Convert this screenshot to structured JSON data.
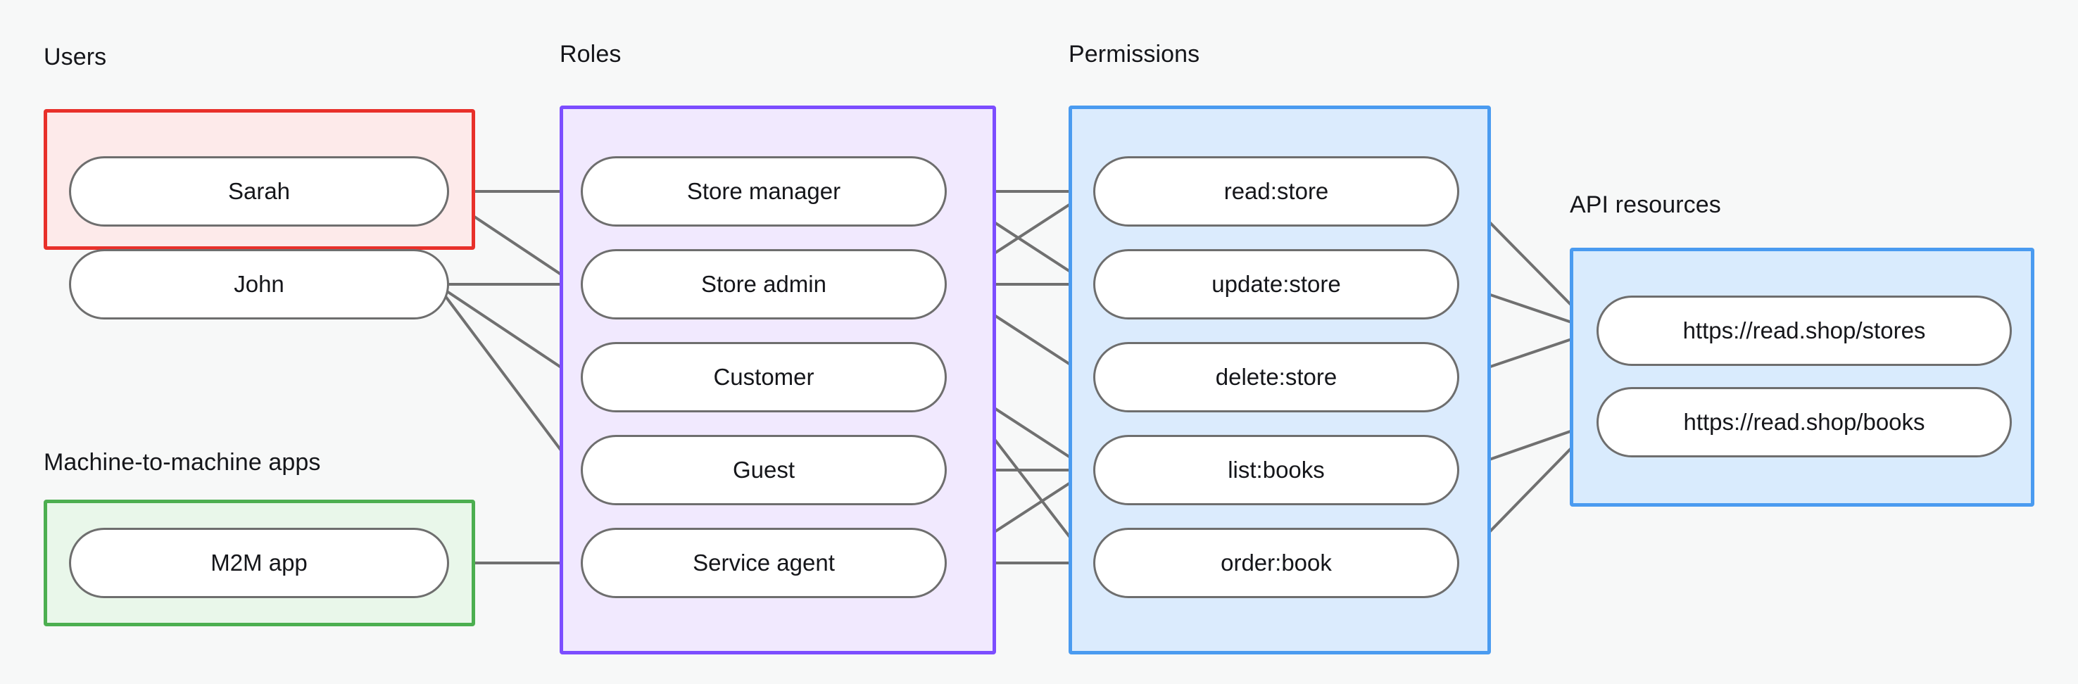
{
  "diagram": {
    "title_users": "Users",
    "title_m2m": "Machine-to-machine apps",
    "title_roles": "Roles",
    "title_permissions": "Permissions",
    "title_api": "API resources",
    "colors": {
      "background": "#f7f8f8",
      "users_border": "#e8302a",
      "users_fill": "#fdeaea",
      "m2m_border": "#4caf50",
      "m2m_fill": "#e9f7ea",
      "roles_border": "#7c4dff",
      "roles_fill": "#f1e9fe",
      "permissions_border": "#4a9bf0",
      "permissions_fill": "#dbebfd",
      "api_border": "#4a9bf0",
      "api_fill": "#d9ebfd",
      "node_border": "#6e6e6e",
      "node_fill": "#ffffff",
      "edge": "#707070",
      "text": "#15161a"
    },
    "users": [
      {
        "label": "Sarah"
      },
      {
        "label": "John"
      }
    ],
    "m2m_apps": [
      {
        "label": "M2M app"
      }
    ],
    "roles": [
      {
        "label": "Store manager"
      },
      {
        "label": "Store admin"
      },
      {
        "label": "Customer"
      },
      {
        "label": "Guest"
      },
      {
        "label": "Service agent"
      }
    ],
    "permissions": [
      {
        "label": "read:store"
      },
      {
        "label": "update:store"
      },
      {
        "label": "delete:store"
      },
      {
        "label": "list:books"
      },
      {
        "label": "order:book"
      }
    ],
    "api_resources": [
      {
        "label": "https://read.shop/stores"
      },
      {
        "label": "https://read.shop/books"
      }
    ],
    "edges": [
      {
        "from": "Sarah",
        "to": "Store manager"
      },
      {
        "from": "Sarah",
        "to": "Store admin"
      },
      {
        "from": "John",
        "to": "Store admin"
      },
      {
        "from": "John",
        "to": "Customer"
      },
      {
        "from": "John",
        "to": "Guest"
      },
      {
        "from": "M2M app",
        "to": "Service agent"
      },
      {
        "from": "Store manager",
        "to": "read:store"
      },
      {
        "from": "Store manager",
        "to": "update:store"
      },
      {
        "from": "Store admin",
        "to": "read:store"
      },
      {
        "from": "Store admin",
        "to": "update:store"
      },
      {
        "from": "Store admin",
        "to": "delete:store"
      },
      {
        "from": "Customer",
        "to": "list:books"
      },
      {
        "from": "Customer",
        "to": "order:book"
      },
      {
        "from": "Guest",
        "to": "list:books"
      },
      {
        "from": "Service agent",
        "to": "list:books"
      },
      {
        "from": "Service agent",
        "to": "order:book"
      },
      {
        "from": "read:store",
        "to": "https://read.shop/stores"
      },
      {
        "from": "update:store",
        "to": "https://read.shop/stores"
      },
      {
        "from": "delete:store",
        "to": "https://read.shop/stores"
      },
      {
        "from": "list:books",
        "to": "https://read.shop/books"
      },
      {
        "from": "order:book",
        "to": "https://read.shop/books"
      }
    ]
  }
}
